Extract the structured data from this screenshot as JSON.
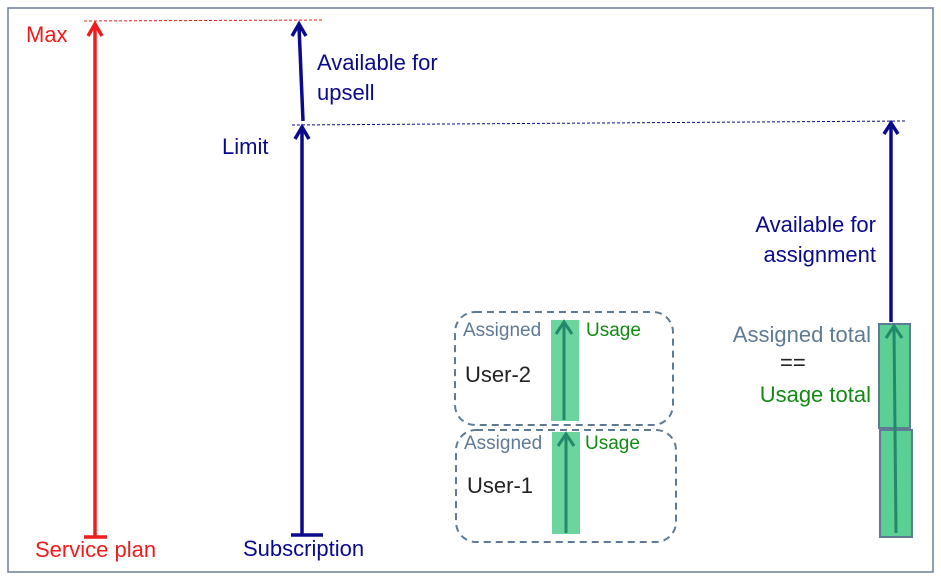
{
  "labels": {
    "max": "Max",
    "limit": "Limit",
    "available_upsell_1": "Available for",
    "available_upsell_2": "upsell",
    "available_assignment_1": "Available for",
    "available_assignment_2": "assignment",
    "service_plan": "Service plan",
    "subscription": "Subscription",
    "assigned_total": "Assigned total",
    "equals": "==",
    "usage_total": "Usage total"
  },
  "users": [
    {
      "name": "User-2",
      "assigned": "Assigned",
      "usage": "Usage"
    },
    {
      "name": "User-1",
      "assigned": "Assigned",
      "usage": "Usage"
    }
  ],
  "colors": {
    "service_plan": "#ee1c1c",
    "subscription": "#0a0a8c",
    "usage": "#5ccf95",
    "assigned": "#5f7a93"
  }
}
